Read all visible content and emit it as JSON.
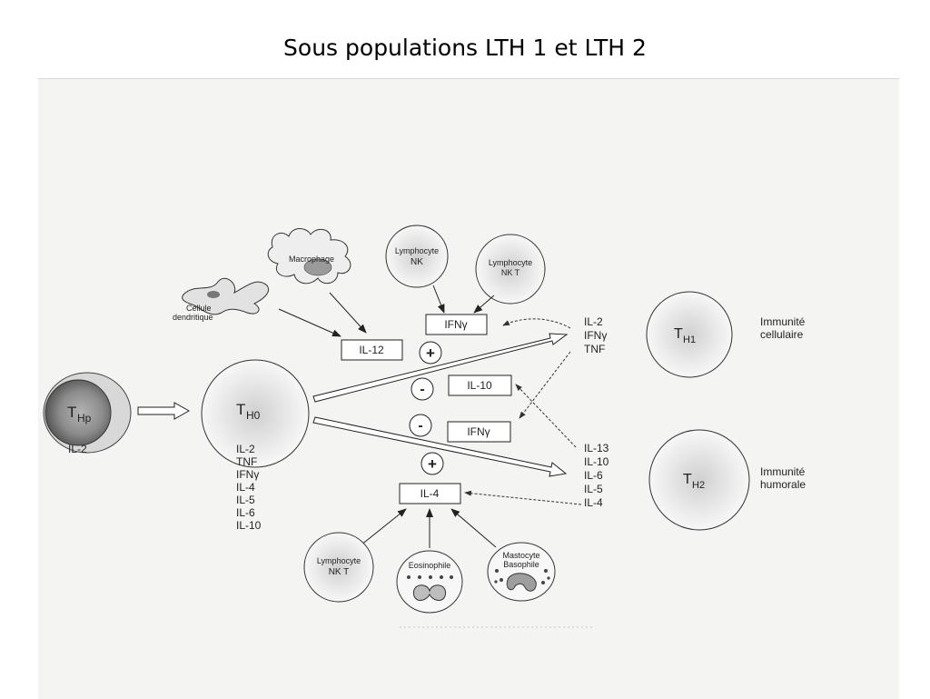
{
  "title": "Sous populations LTH 1 et LTH 2",
  "colors": {
    "ink": "#222222",
    "scan_bg": "#f4f4f3",
    "cell_fill": "#dcdcdc",
    "thp_fill": "#8a8a8a"
  },
  "cells": {
    "thp": {
      "label": "T",
      "sub": "Hp",
      "note": "IL-2"
    },
    "th0": {
      "label": "T",
      "sub": "H0",
      "secretions": [
        "IL-2",
        "TNF",
        "IFNγ",
        "IL-4",
        "IL-5",
        "IL-6",
        "IL-10"
      ]
    },
    "th1": {
      "label": "T",
      "sub": "H1",
      "outcome": [
        "Immunité",
        "cellulaire"
      ],
      "cytokines": [
        "IL-2",
        "IFNγ",
        "TNF"
      ]
    },
    "th2": {
      "label": "T",
      "sub": "H2",
      "outcome": [
        "Immunité",
        "humorale"
      ],
      "cytokines": [
        "IL-13",
        "IL-10",
        "IL-6",
        "IL-5",
        "IL-4"
      ]
    }
  },
  "inducers_top": {
    "dendritic": [
      "Cellule",
      "dendritique"
    ],
    "macrophage": "Macrophage",
    "nk": [
      "Lymphocyte",
      "NK"
    ],
    "nkt": [
      "Lymphocyte",
      "NK T"
    ]
  },
  "inducers_bottom": {
    "nkt": [
      "Lymphocyte",
      "NK T"
    ],
    "eosinophil": "Eosinophile",
    "mastocyte": [
      "Mastocyte",
      "Basophile"
    ]
  },
  "boxes": {
    "il12": "IL-12",
    "ifng_top": "IFNγ",
    "il10": "IL-10",
    "ifng_mid": "IFNγ",
    "il4": "IL-4"
  },
  "signs": {
    "plus": "+",
    "minus": "-"
  }
}
